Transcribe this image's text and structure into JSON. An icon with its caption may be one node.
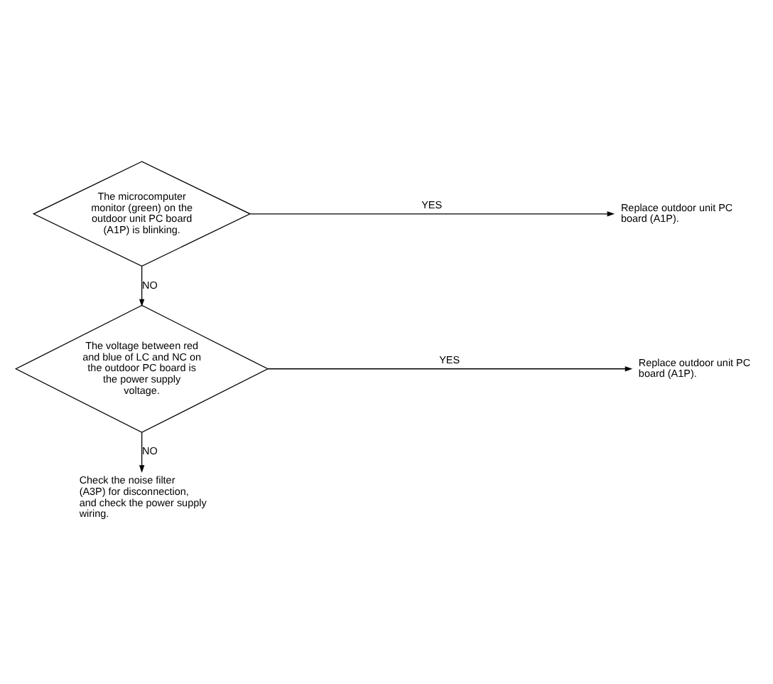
{
  "diagram": {
    "nodes": [
      {
        "text": [
          "The microcomputer monitor (green) on the outdoor unit PC board (A1P) is blinking."
        ]
      },
      {
        "text": [
          "Replace outdoor unit PC board (A1P)."
        ]
      },
      {
        "text": [
          "The voltage between red and blue of LC and NC on the outdoor PC board is the power supply voltage."
        ]
      },
      {
        "text": [
          "Replace outdoor unit PC board (A1P)."
        ]
      },
      {
        "text": [
          "Check the noise filter (A3P) for disconnection, and check the power supply wiring."
        ]
      }
    ],
    "edges": [
      {
        "from": 0,
        "to": 1,
        "arrow": "to",
        "label": "YES"
      },
      {
        "from": 0,
        "to": 2,
        "arrow": "to",
        "label": "NO"
      },
      {
        "from": 2,
        "to": 3,
        "arrow": "to",
        "label": "YES"
      },
      {
        "from": 2,
        "to": 4,
        "arrow": "to",
        "label": "NO"
      }
    ]
  }
}
